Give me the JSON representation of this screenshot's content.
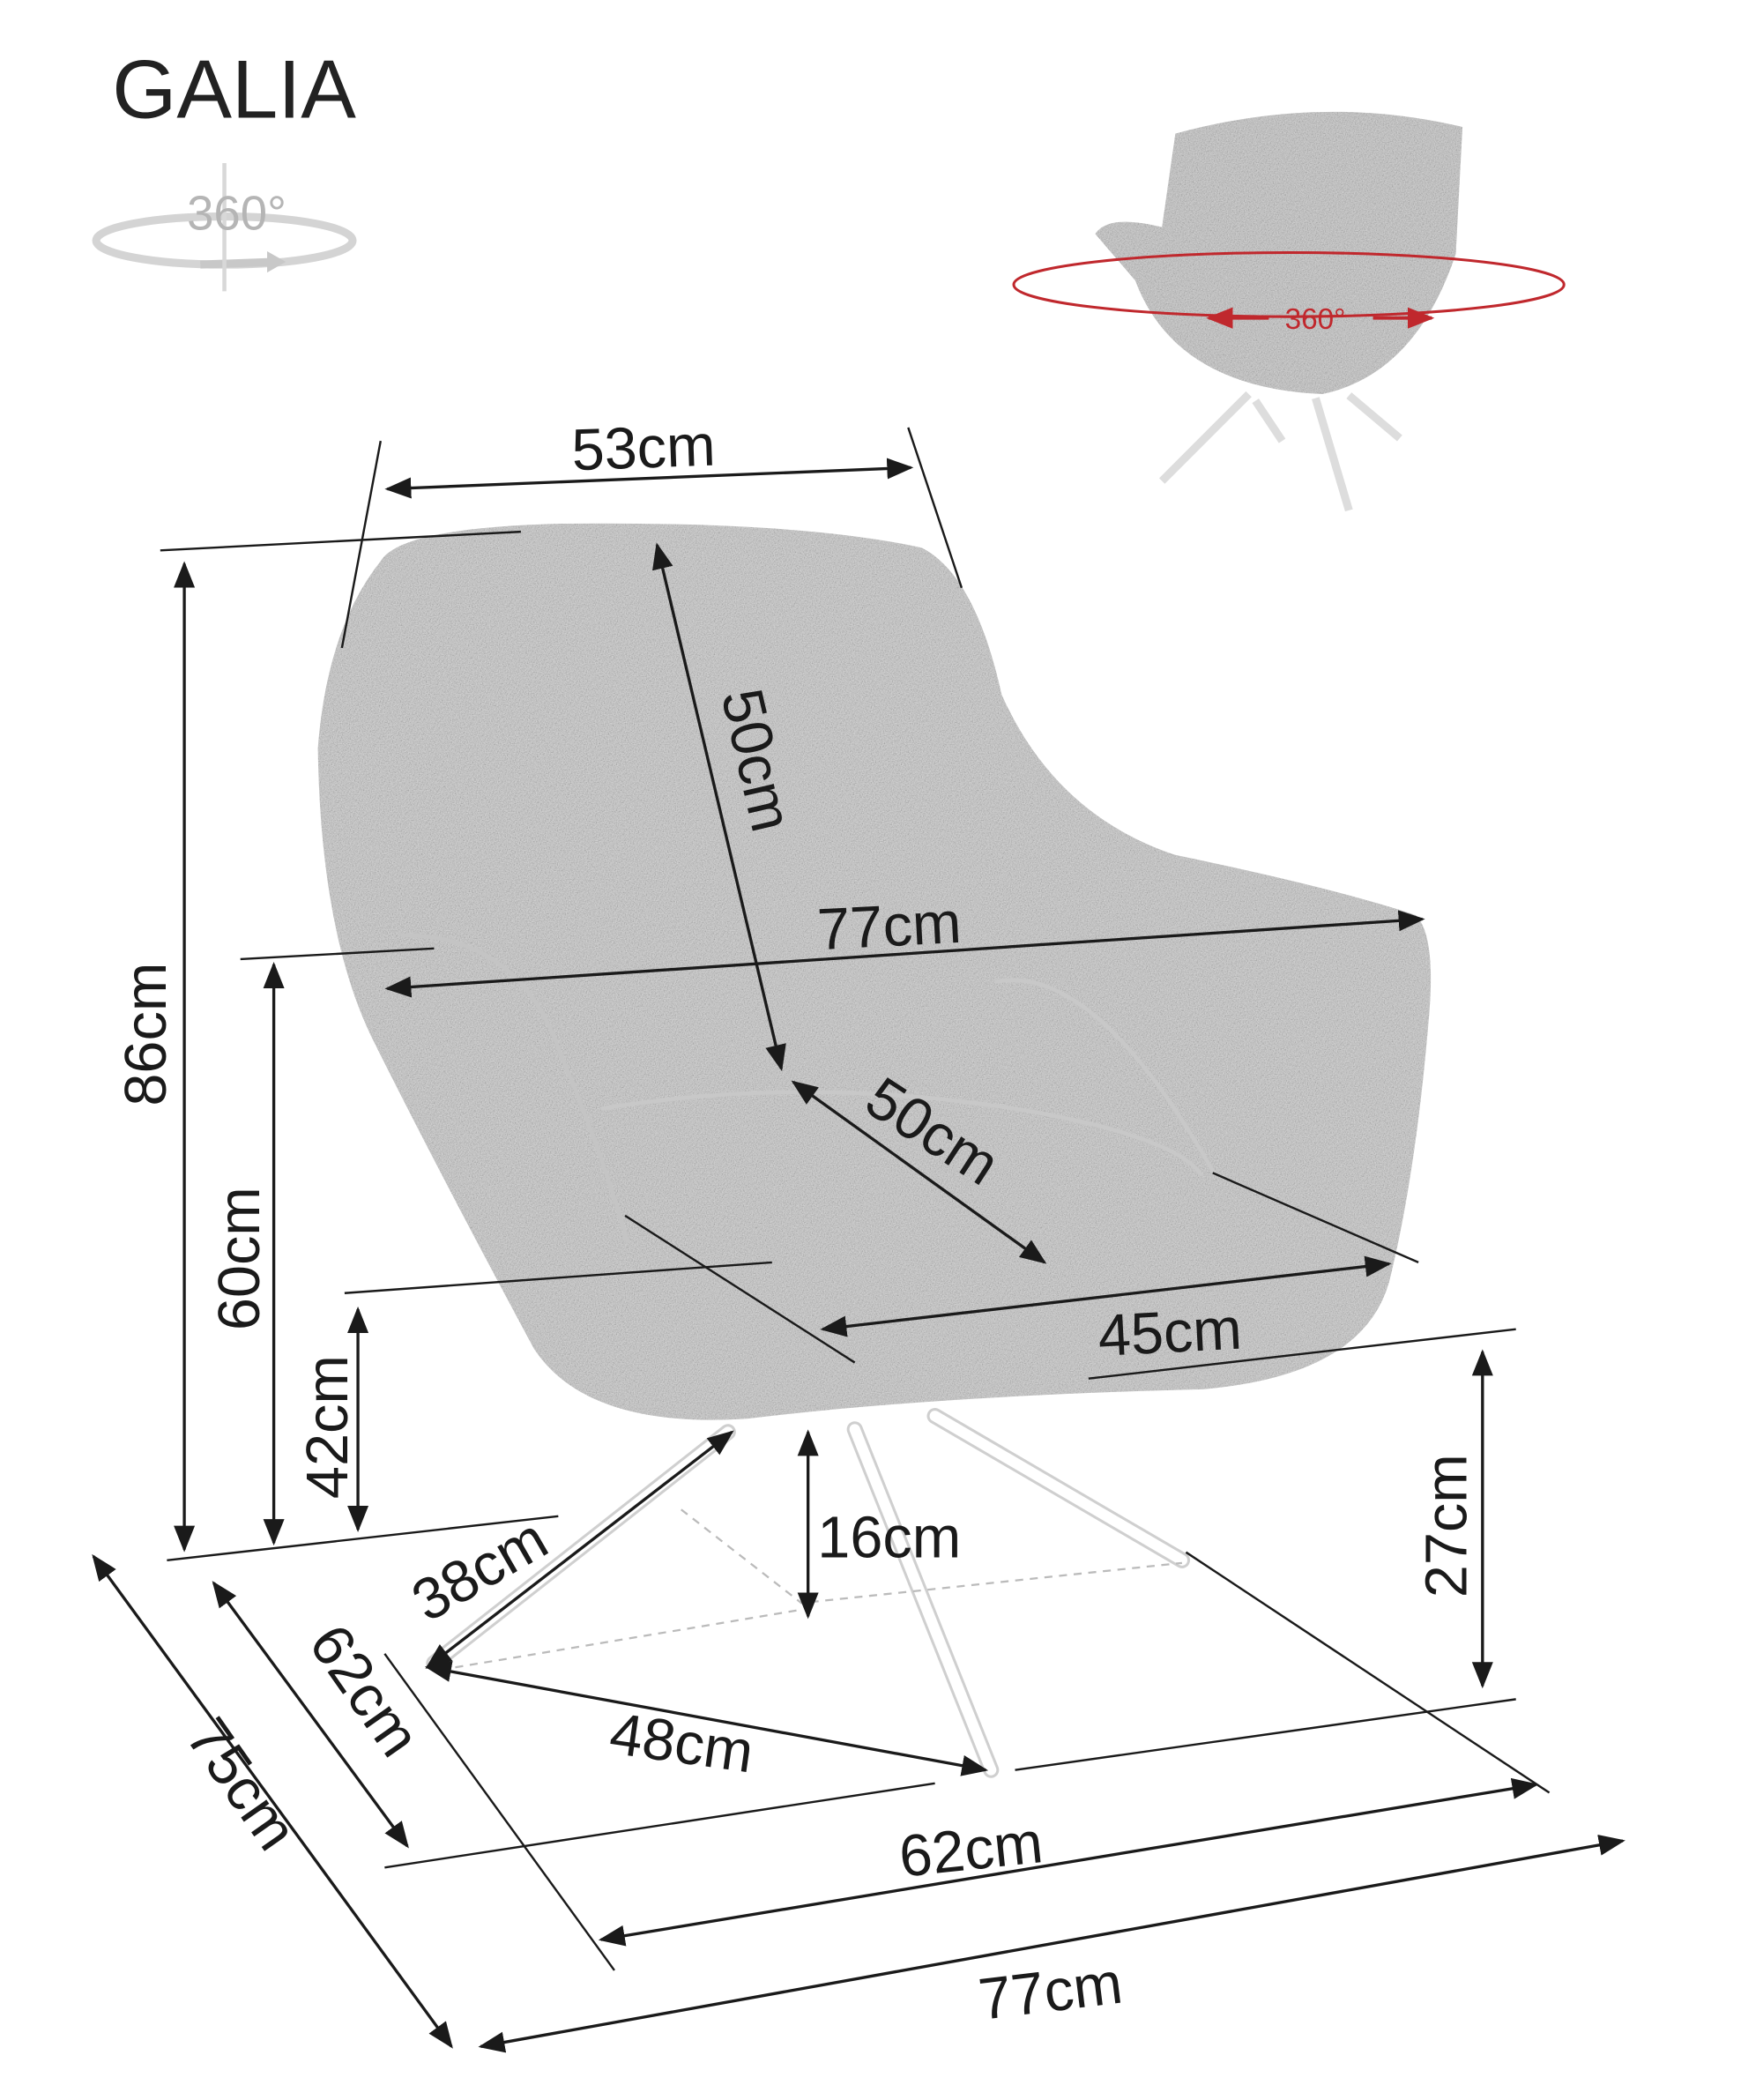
{
  "product": {
    "name": "GALIA"
  },
  "rotation_icon": {
    "label": "360°"
  },
  "preview": {
    "rotation_label": "360°",
    "accent_color": "#c0282d"
  },
  "dimensions": {
    "back_width": "53cm",
    "backrest_height": "50cm",
    "total_width_top": "77cm",
    "total_height": "86cm",
    "armrest_height": "60cm",
    "seat_height": "42cm",
    "seat_depth": "50cm",
    "seat_width": "45cm",
    "base_height": "27cm",
    "leg_clearance": "16cm",
    "leg_length": "38cm",
    "leg_span": "48cm",
    "depth_inner": "62cm",
    "depth_outer": "75cm",
    "width_inner": "62cm",
    "width_outer": "77cm"
  }
}
